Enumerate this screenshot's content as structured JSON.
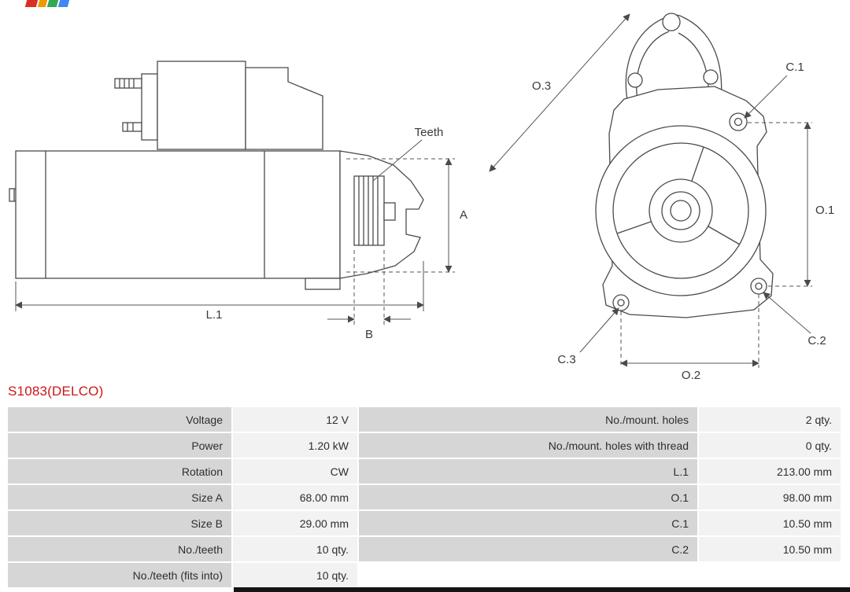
{
  "part_number": "S1083(DELCO)",
  "diagram_labels": {
    "teeth": "Teeth",
    "a": "A",
    "l1": "L.1",
    "b": "B",
    "o3": "O.3",
    "c1": "C.1",
    "o1": "O.1",
    "c3": "C.3",
    "c2": "C.2",
    "o2": "O.2"
  },
  "specs": {
    "rows": [
      {
        "left_label": "Voltage",
        "left_value": "12 V",
        "right_label": "No./mount. holes",
        "right_value": "2 qty."
      },
      {
        "left_label": "Power",
        "left_value": "1.20 kW",
        "right_label": "No./mount. holes with thread",
        "right_value": "0 qty."
      },
      {
        "left_label": "Rotation",
        "left_value": "CW",
        "right_label": "L.1",
        "right_value": "213.00 mm"
      },
      {
        "left_label": "Size A",
        "left_value": "68.00 mm",
        "right_label": "O.1",
        "right_value": "98.00 mm"
      },
      {
        "left_label": "Size B",
        "left_value": "29.00 mm",
        "right_label": "C.1",
        "right_value": "10.50 mm"
      },
      {
        "left_label": "No./teeth",
        "left_value": "10 qty.",
        "right_label": "C.2",
        "right_value": "10.50 mm"
      },
      {
        "left_label": "No./teeth (fits into)",
        "left_value": "10 qty.",
        "right_label": "",
        "right_value": ""
      }
    ]
  },
  "colors": {
    "part_number_red": "#cc1616",
    "table_label_bg": "#d6d6d6",
    "table_value_bg": "#f2f2f2",
    "line_color": "#4a4a4a"
  }
}
